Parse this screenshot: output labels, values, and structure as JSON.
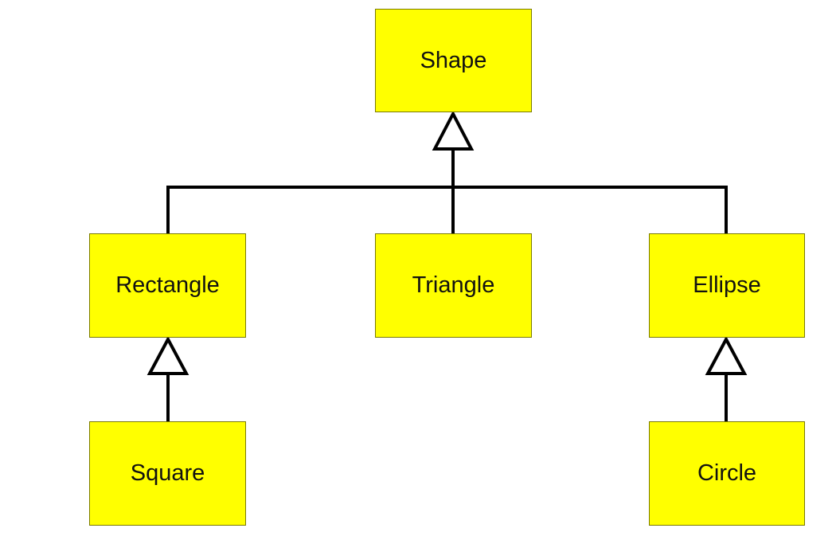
{
  "diagram": {
    "nodes": {
      "shape": {
        "label": "Shape"
      },
      "rectangle": {
        "label": "Rectangle"
      },
      "triangle": {
        "label": "Triangle"
      },
      "ellipse": {
        "label": "Ellipse"
      },
      "square": {
        "label": "Square"
      },
      "circle": {
        "label": "Circle"
      }
    },
    "relations": [
      {
        "from": "rectangle",
        "to": "shape",
        "type": "inheritance"
      },
      {
        "from": "triangle",
        "to": "shape",
        "type": "inheritance"
      },
      {
        "from": "ellipse",
        "to": "shape",
        "type": "inheritance"
      },
      {
        "from": "square",
        "to": "rectangle",
        "type": "inheritance"
      },
      {
        "from": "circle",
        "to": "ellipse",
        "type": "inheritance"
      }
    ],
    "colors": {
      "node_fill": "#ffff00",
      "node_border": "#7a7a00",
      "connector": "#000000",
      "text": "#111111"
    }
  }
}
